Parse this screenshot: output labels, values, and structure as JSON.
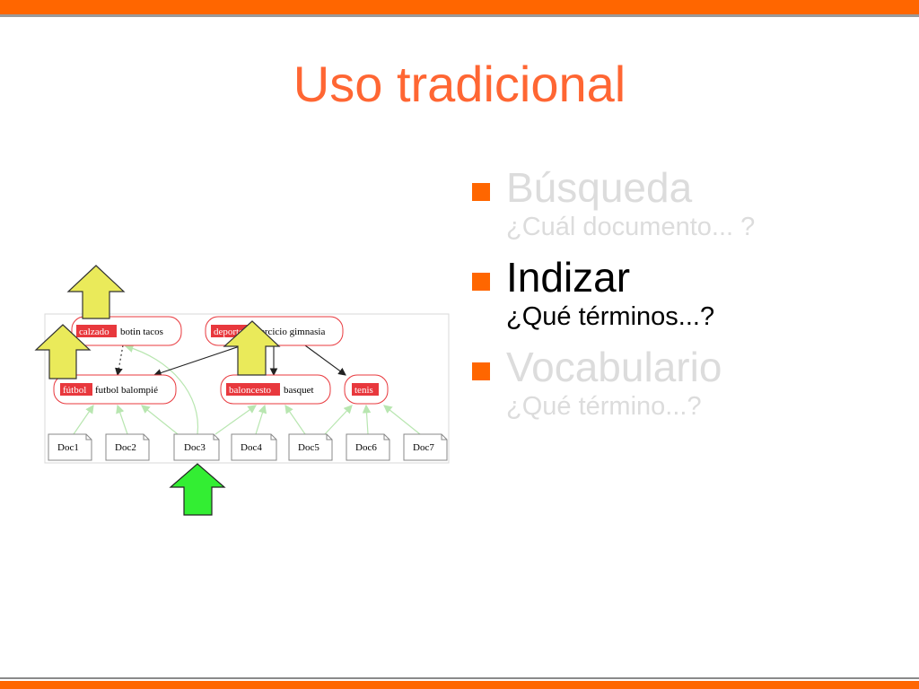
{
  "slide": {
    "title": "Uso tradicional",
    "accent_color": "#ff6600",
    "title_color": "#ff6633"
  },
  "bullets": [
    {
      "heading": "Búsqueda",
      "sub": "¿Cuál documento... ?",
      "state": "dim"
    },
    {
      "heading": "Indizar",
      "sub": "¿Qué términos...?",
      "state": "active"
    },
    {
      "heading": "Vocabulario",
      "sub": "¿Qué término...?",
      "state": "dim"
    }
  ],
  "diagram": {
    "concepts": [
      {
        "tag": "calzado",
        "terms": "botin  tacos"
      },
      {
        "tag": "deporte",
        "terms": "ejercicio  gimnasia"
      },
      {
        "tag": "fútbol",
        "terms": "futbol  balompié"
      },
      {
        "tag": "baloncesto",
        "terms": "basquet"
      },
      {
        "tag": "tenis",
        "terms": ""
      }
    ],
    "documents": [
      "Doc1",
      "Doc2",
      "Doc3",
      "Doc4",
      "Doc5",
      "Doc6",
      "Doc7"
    ],
    "tag_color": "#e8383d",
    "node_border_color": "#e8383d",
    "link_color": "#b8e6b0",
    "up_arrow_color": "#eaea5a",
    "input_arrow_color": "#33ee33"
  }
}
